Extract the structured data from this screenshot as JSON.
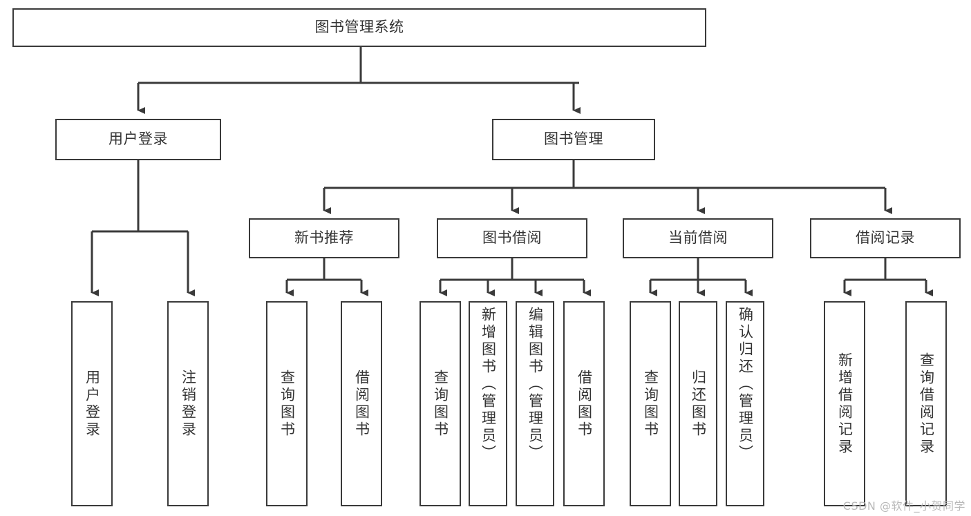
{
  "diagram": {
    "title": "图书管理系统",
    "type": "hierarchy-tree",
    "colors": {
      "box_border": "#3a3a3a",
      "box_fill": "#ffffff",
      "connector": "#3a3a3a",
      "text": "#333333",
      "watermark": "#b9b9b9",
      "background": "#ffffff"
    },
    "root": {
      "label": "图书管理系统"
    },
    "level2": [
      {
        "label": "用户登录"
      },
      {
        "label": "图书管理"
      }
    ],
    "level3": [
      {
        "label": "新书推荐"
      },
      {
        "label": "图书借阅"
      },
      {
        "label": "当前借阅"
      },
      {
        "label": "借阅记录"
      }
    ],
    "leaves": {
      "user_login": [
        {
          "label": "用户登录"
        },
        {
          "label": "注销登录"
        }
      ],
      "new_book_recommend": [
        {
          "label": "查询图书"
        },
        {
          "label": "借阅图书"
        }
      ],
      "book_borrow": [
        {
          "label": "查询图书"
        },
        {
          "label": "新增图书（管理员）"
        },
        {
          "label": "编辑图书（管理员）"
        },
        {
          "label": "借阅图书"
        }
      ],
      "current_borrow": [
        {
          "label": "查询图书"
        },
        {
          "label": "归还图书"
        },
        {
          "label": "确认归还（管理员）"
        }
      ],
      "borrow_record": [
        {
          "label": "新增借阅记录"
        },
        {
          "label": "查询借阅记录"
        }
      ]
    },
    "watermark": "CSDN @软件_小贺同学"
  }
}
